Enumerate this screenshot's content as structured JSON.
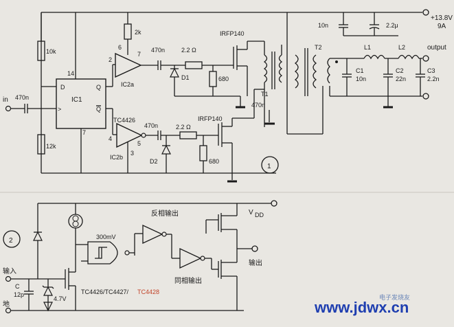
{
  "circuit1": {
    "badge": "1",
    "supply": "+13.8V",
    "supply_current": "9A",
    "output_label": "output",
    "input_label": "in",
    "ic1": {
      "name": "IC1",
      "pin_d": "D",
      "pin_q": "Q",
      "pin_qbar": "Q",
      "pin_clk": ">",
      "pin14": "14",
      "pin7": "7"
    },
    "ic2a": {
      "name": "IC2a",
      "pin6": "6",
      "pin2": "2",
      "pin7": "7"
    },
    "ic2b": {
      "name": "IC2b",
      "part": "TC4426",
      "pin4": "4",
      "pin5": "5",
      "pin3": "3"
    },
    "mosfet_top": "IRFP140",
    "mosfet_bottom": "IRFP140",
    "r_10k": "10k",
    "r_12k": "12k",
    "r_2k": "2k",
    "c_in": "470n",
    "c_top": "470n",
    "c_bot": "470n",
    "c_t1": "470n",
    "r_gate_top": "2.2 Ω",
    "r_gate_bot": "2.2 Ω",
    "r_680_top": "680",
    "r_680_bot": "680",
    "d1": "D1",
    "d2": "D2",
    "t1": "T1",
    "t2": "T2",
    "c_10n_top": "10n",
    "c_2u2": "2.2μ",
    "l1": "L1",
    "l2": "L2",
    "c1": "C1",
    "c1_val": "10n",
    "c2": "C2",
    "c2_val": "22n",
    "c3": "C3",
    "c3_val": "2.2n"
  },
  "circuit2": {
    "badge": "2",
    "label_300mv": "300mV",
    "inv_out": "反相输出",
    "noninv_out": "同相输出",
    "vdd": "V",
    "vdd_sub": "DD",
    "output": "输出",
    "input": "输入",
    "ground": "地",
    "c_label": "C",
    "c_value": "12p",
    "zener": "4.7V",
    "part_a": "TC4426/TC4427/",
    "part_b": "TC4428"
  },
  "watermark": {
    "wechat": "电子发烧友",
    "site": "www.jdwx.cn"
  }
}
